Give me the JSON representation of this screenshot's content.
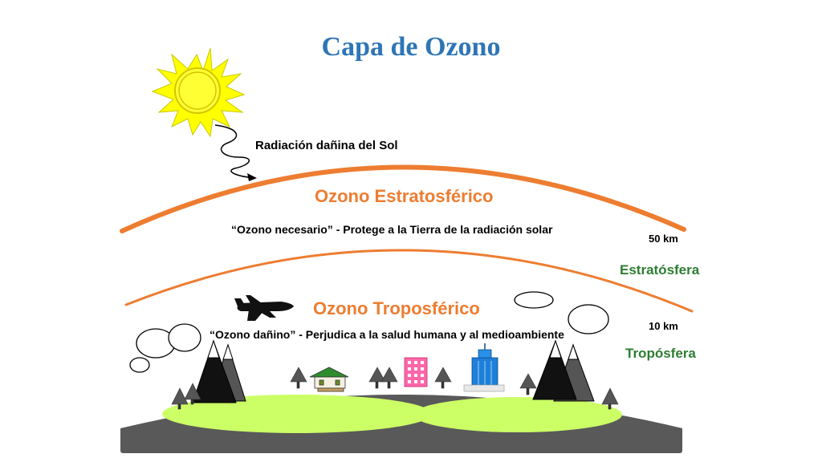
{
  "title": "Capa de Ozono",
  "sun_label": "Radiación dañina del Sol",
  "stratospheric": {
    "title": "Ozono Estratosférico",
    "description": "“Ozono necesario”  - Protege a la Tierra de la radiación solar",
    "altitude": "50 km",
    "layer_name": "Estratósfera"
  },
  "tropospheric": {
    "title": "Ozono Troposférico",
    "description": "“Ozono dañino” - Perjudica a la salud humana y al medioambiente",
    "altitude": "10 km",
    "layer_name": "Tropósfera"
  },
  "colors": {
    "title": "#2e75b6",
    "ozone": "#ed7d31",
    "layer_label": "#2e7d32",
    "sun": "#ffff00",
    "ground_dark": "#595959",
    "ground_light": "#ccff66"
  }
}
